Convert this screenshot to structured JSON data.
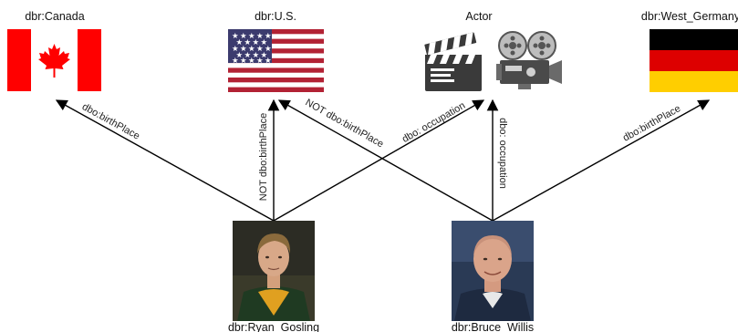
{
  "nodes": {
    "canada": {
      "label": "dbr:Canada"
    },
    "us": {
      "label": "dbr:U.S."
    },
    "actor": {
      "label": "Actor"
    },
    "west_germany": {
      "label": "dbr:West_Germany"
    },
    "ryan": {
      "label": "dbr:Ryan_Gosling"
    },
    "bruce": {
      "label": "dbr:Bruce_Willis"
    }
  },
  "edges": {
    "ryan_canada": "dbo:birthPlace",
    "ryan_us": "NOT dbo:birthPlace",
    "ryan_actor": "dbo: occupation",
    "bruce_us": "NOT dbo:birthPlace",
    "bruce_actor": "dbo: occupation",
    "bruce_germany": "dbo:birthPlace"
  },
  "icons": {
    "canada": "canada-flag-icon",
    "us": "us-flag-icon",
    "actor_a": "clapperboard-icon",
    "actor_b": "film-camera-icon",
    "germany": "germany-flag-icon",
    "ryan": "person-photo-icon",
    "bruce": "person-photo-icon"
  },
  "colors": {
    "canada_red": "#ff0000",
    "us_red": "#b22234",
    "us_blue": "#3c3b6e",
    "de_black": "#000000",
    "de_red": "#dd0000",
    "de_gold": "#ffce00"
  }
}
